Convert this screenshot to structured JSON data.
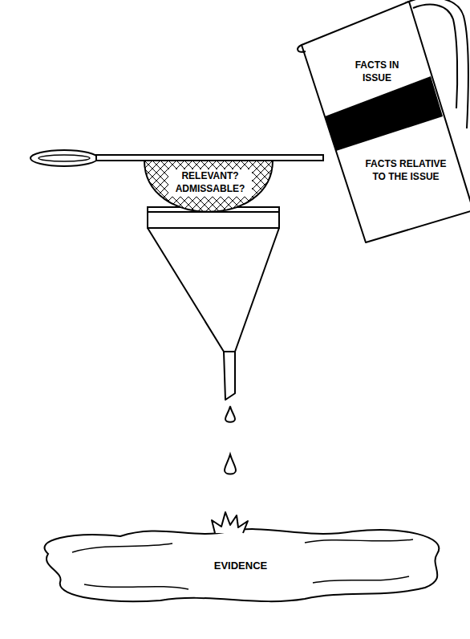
{
  "diagram": {
    "nodes": [
      {
        "text": [
          "FACTS IN ISSUE",
          "FACTS RELATIVE TO THE ISSUE"
        ]
      },
      {
        "text": [
          "RELEVANT? ADMISSABLE?"
        ]
      },
      {
        "text": [
          "EVIDENCE"
        ]
      }
    ]
  }
}
